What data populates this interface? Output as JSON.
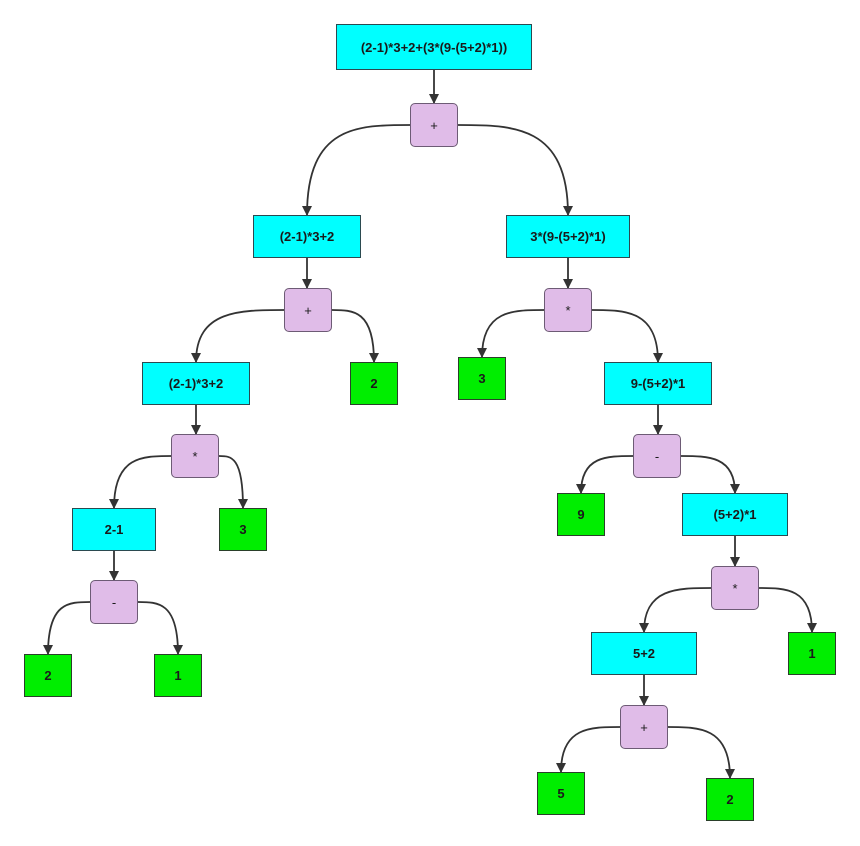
{
  "diagram": {
    "nodes": [
      {
        "id": "e0",
        "kind": "expr",
        "label": "(2-1)*3+2+(3*(9-(5+2)*1))"
      },
      {
        "id": "o0",
        "kind": "op",
        "label": "+"
      },
      {
        "id": "e1",
        "kind": "expr",
        "label": "(2-1)*3+2"
      },
      {
        "id": "e2",
        "kind": "expr",
        "label": "3*(9-(5+2)*1)"
      },
      {
        "id": "o1",
        "kind": "op",
        "label": "+"
      },
      {
        "id": "o2",
        "kind": "op",
        "label": "*"
      },
      {
        "id": "e3",
        "kind": "expr",
        "label": "(2-1)*3+2"
      },
      {
        "id": "n2a",
        "kind": "num",
        "label": "2"
      },
      {
        "id": "n3a",
        "kind": "num",
        "label": "3"
      },
      {
        "id": "e4",
        "kind": "expr",
        "label": "9-(5+2)*1"
      },
      {
        "id": "o3",
        "kind": "op",
        "label": "*"
      },
      {
        "id": "o4",
        "kind": "op",
        "label": "-"
      },
      {
        "id": "e5",
        "kind": "expr",
        "label": "2-1"
      },
      {
        "id": "n3b",
        "kind": "num",
        "label": "3"
      },
      {
        "id": "n9",
        "kind": "num",
        "label": "9"
      },
      {
        "id": "e6",
        "kind": "expr",
        "label": "(5+2)*1"
      },
      {
        "id": "o5",
        "kind": "op",
        "label": "-"
      },
      {
        "id": "o6",
        "kind": "op",
        "label": "*"
      },
      {
        "id": "n2b",
        "kind": "num",
        "label": "2"
      },
      {
        "id": "n1a",
        "kind": "num",
        "label": "1"
      },
      {
        "id": "e7",
        "kind": "expr",
        "label": "5+2"
      },
      {
        "id": "n1b",
        "kind": "num",
        "label": "1"
      },
      {
        "id": "o7",
        "kind": "op",
        "label": "+"
      },
      {
        "id": "n5",
        "kind": "num",
        "label": "5"
      },
      {
        "id": "n2c",
        "kind": "num",
        "label": "2"
      }
    ],
    "edges": [
      [
        "e0",
        "o0"
      ],
      [
        "o0",
        "e1"
      ],
      [
        "o0",
        "e2"
      ],
      [
        "e1",
        "o1"
      ],
      [
        "o1",
        "e3"
      ],
      [
        "o1",
        "n2a"
      ],
      [
        "e2",
        "o2"
      ],
      [
        "o2",
        "n3a"
      ],
      [
        "o2",
        "e4"
      ],
      [
        "e3",
        "o3"
      ],
      [
        "o3",
        "e5"
      ],
      [
        "o3",
        "n3b"
      ],
      [
        "e4",
        "o4"
      ],
      [
        "o4",
        "n9"
      ],
      [
        "o4",
        "e6"
      ],
      [
        "e5",
        "o5"
      ],
      [
        "o5",
        "n2b"
      ],
      [
        "o5",
        "n1a"
      ],
      [
        "e6",
        "o6"
      ],
      [
        "o6",
        "e7"
      ],
      [
        "o6",
        "n1b"
      ],
      [
        "e7",
        "o7"
      ],
      [
        "o7",
        "n5"
      ],
      [
        "o7",
        "n2c"
      ]
    ],
    "colors": {
      "expression_fill": "#00ffff",
      "operator_fill": "#e0bce8",
      "number_fill": "#00ee00",
      "edge": "#333333"
    }
  }
}
